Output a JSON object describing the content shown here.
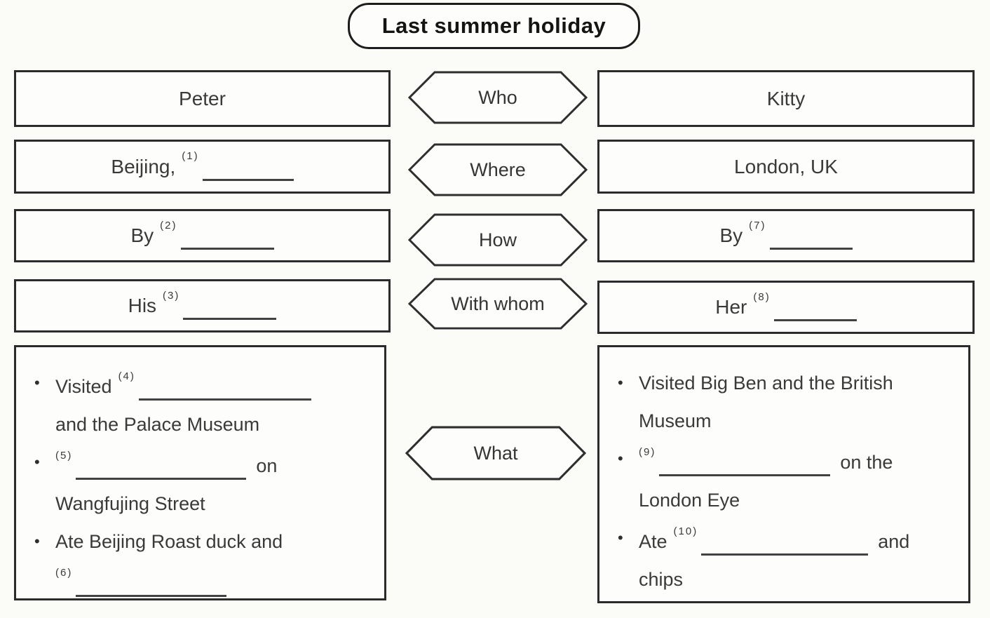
{
  "title": "Last summer holiday",
  "colors": {
    "ink": "#3a3a3a",
    "border": "#2b2b2b",
    "title_ink": "#141414",
    "bg": "#fbfbf8"
  },
  "comparison": {
    "rows": [
      {
        "label": "Who",
        "left": {
          "text": "Peter"
        },
        "right": {
          "text": "Kitty"
        }
      },
      {
        "label": "Where",
        "left": {
          "text": "Beijing,",
          "num": "(1)"
        },
        "right": {
          "text": "London, UK"
        }
      },
      {
        "label": "How",
        "left": {
          "text": "By",
          "num": "(2)"
        },
        "right": {
          "text": "By",
          "num": "(7)"
        }
      },
      {
        "label": "With whom",
        "left": {
          "text": "His",
          "num": "(3)"
        },
        "right": {
          "text": "Her",
          "num": "(8)"
        }
      }
    ],
    "what": {
      "label": "What",
      "left_bullets": {
        "b1": {
          "t1": "Visited",
          "num": "(4)",
          "t2": "and the Palace Museum"
        },
        "b2": {
          "num": "(5)",
          "t1": "on",
          "t2": "Wangfujing Street"
        },
        "b3": {
          "t1": "Ate Beijing Roast duck and",
          "num": "(6)"
        }
      },
      "right_bullets": {
        "b1": {
          "t1": "Visited Big Ben and the British",
          "t2": "Museum"
        },
        "b2": {
          "num": "(9)",
          "t1": "on the",
          "t2": "London Eye"
        },
        "b3": {
          "t1": "Ate",
          "num": "(10)",
          "t2": "and",
          "t3": "chips"
        }
      }
    }
  }
}
